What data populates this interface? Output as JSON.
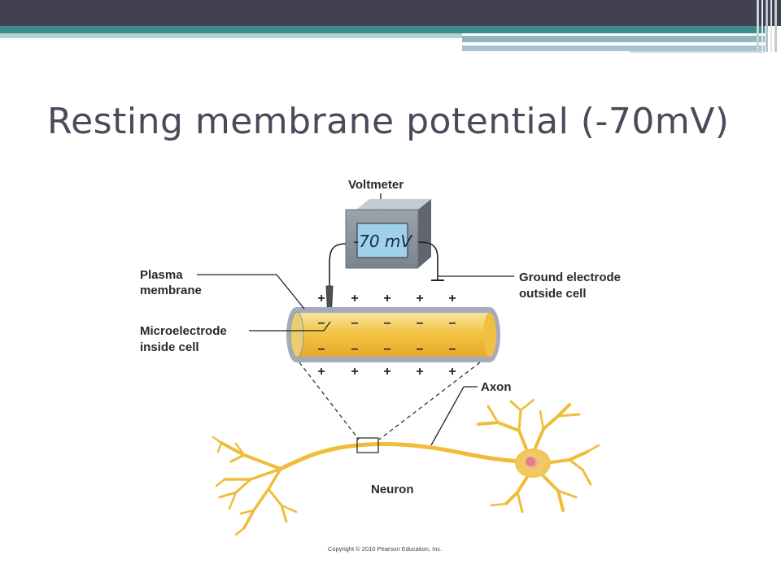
{
  "slide": {
    "title": "Resting membrane potential (-70mV)"
  },
  "diagram": {
    "voltmeter_label": "Voltmeter",
    "voltmeter_reading": "-70 mV",
    "plasma_membrane_label": [
      "Plasma",
      "membrane"
    ],
    "microelectrode_label": [
      "Microelectrode",
      "inside cell"
    ],
    "ground_electrode_label": [
      "Ground electrode",
      "outside cell"
    ],
    "axon_label": "Axon",
    "neuron_label": "Neuron",
    "outside_charge": "+",
    "inside_charge": "–",
    "copyright": "Copyright © 2010 Pearson Education, Inc."
  },
  "colors": {
    "header_bar": "#414152",
    "accent_teal": "#3f8a8c",
    "axon_yellow": "#f2c94c",
    "membrane_gray": "#9aa2b2",
    "lcd_blue": "#9fd2ea",
    "cell_body_pink": "#e69aa6"
  }
}
